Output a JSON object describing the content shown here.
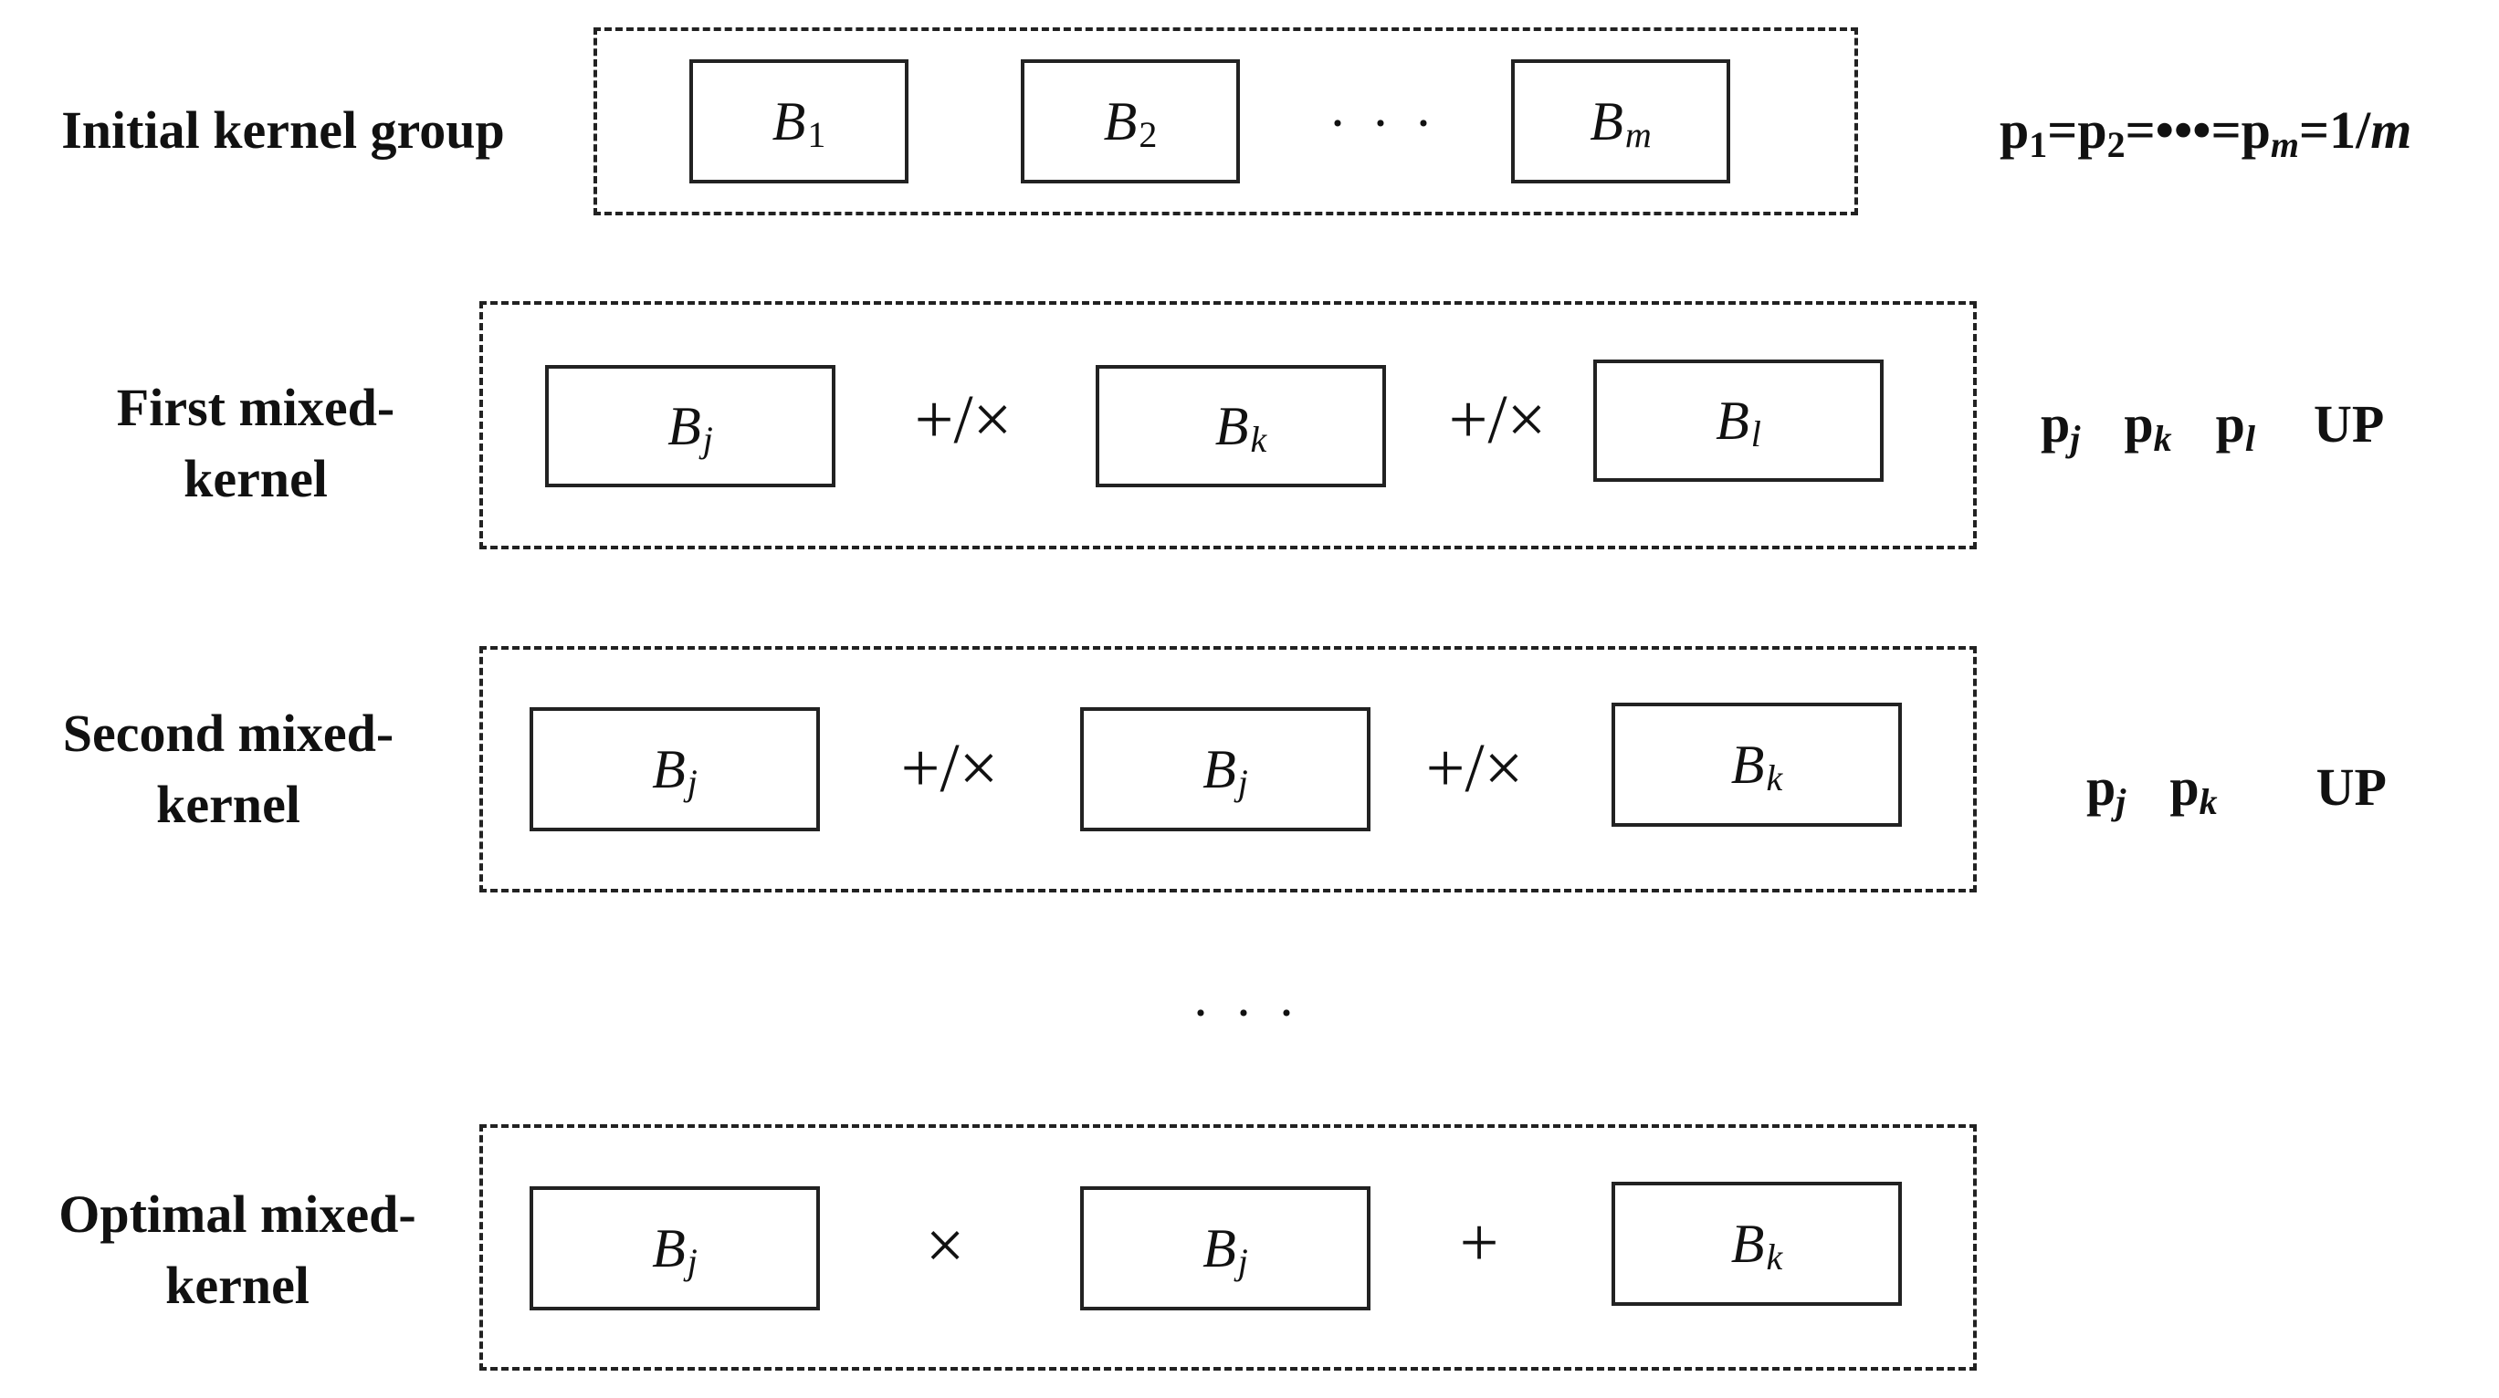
{
  "rows": [
    {
      "label_line1": "Initial kernel group",
      "label_line2": "",
      "kernels": [
        {
          "base": "B",
          "sub": "1"
        },
        {
          "base": "B",
          "sub": "2"
        },
        {
          "base": "B",
          "sub": "m"
        }
      ],
      "ellipsis": "· · ·",
      "prob": {
        "p1": "p",
        "p1_sub": "1",
        "eq1": "=",
        "p2": "p",
        "p2_sub": "2",
        "eq2": "=",
        "dots": "•••",
        "eq3": "=",
        "pm": "p",
        "pm_sub": "m",
        "eq4": "=1/",
        "m": "m"
      }
    },
    {
      "label_line1": "First mixed-",
      "label_line2": "kernel",
      "kernels": [
        {
          "base": "B",
          "sub": "j"
        },
        {
          "base": "B",
          "sub": "k"
        },
        {
          "base": "B",
          "sub": "l"
        }
      ],
      "operators": [
        "+/×",
        "+/×"
      ],
      "probs": [
        {
          "p": "p",
          "sub": "j"
        },
        {
          "p": "p",
          "sub": "k"
        },
        {
          "p": "p",
          "sub": "l"
        }
      ],
      "up": "UP"
    },
    {
      "label_line1": "Second mixed-",
      "label_line2": "kernel",
      "kernels": [
        {
          "base": "B",
          "sub": "j"
        },
        {
          "base": "B",
          "sub": "j"
        },
        {
          "base": "B",
          "sub": "k"
        }
      ],
      "operators": [
        "+/×",
        "+/×"
      ],
      "probs": [
        {
          "p": "p",
          "sub": "j"
        },
        {
          "p": "p",
          "sub": "k"
        }
      ],
      "up": "UP"
    },
    {
      "label_line1": "Optimal mixed-",
      "label_line2": "kernel",
      "kernels": [
        {
          "base": "B",
          "sub": "j"
        },
        {
          "base": "B",
          "sub": "j"
        },
        {
          "base": "B",
          "sub": "k"
        }
      ],
      "operators": [
        "×",
        "+"
      ]
    }
  ],
  "middle_ellipsis": "· · ·"
}
